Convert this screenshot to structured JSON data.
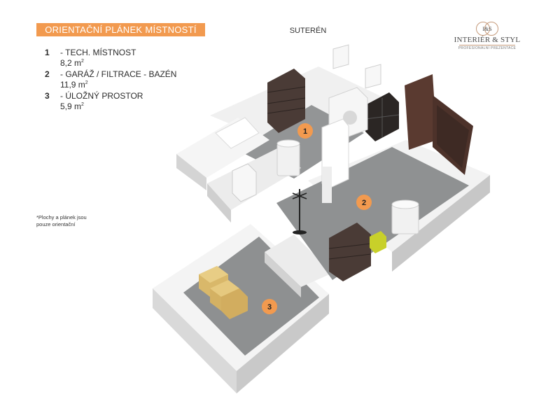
{
  "header": {
    "title": "ORIENTAČNÍ PLÁNEK MÍSTNOSTÍ",
    "floor": "SUTERÉN"
  },
  "logo": {
    "monogram": "I&S",
    "name": "INTERIÉR & STYL",
    "tagline": "PROFESIONÁLNÍ PREZENTACE"
  },
  "legend": {
    "items": [
      {
        "num": "1",
        "name": "- TECH. MÍSTNOST",
        "area": "8,2 m",
        "unit_sup": "2"
      },
      {
        "num": "2",
        "name": "- GARÁŽ / FILTRACE - BAZÉN",
        "area": "11,9 m",
        "unit_sup": "2"
      },
      {
        "num": "3",
        "name": "- ÚLOŽNÝ PROSTOR",
        "area": "5,9 m",
        "unit_sup": "2"
      }
    ]
  },
  "note": {
    "line1": "*Plochy  a plánek jsou",
    "line2": "pouze orientační"
  },
  "markers": [
    {
      "label": "1"
    },
    {
      "label": "2"
    },
    {
      "label": "3"
    }
  ],
  "colors": {
    "accent": "#f29a4f",
    "floor": "#8e9091",
    "wall": "#e9e9e9",
    "door": "#5a3a30"
  }
}
